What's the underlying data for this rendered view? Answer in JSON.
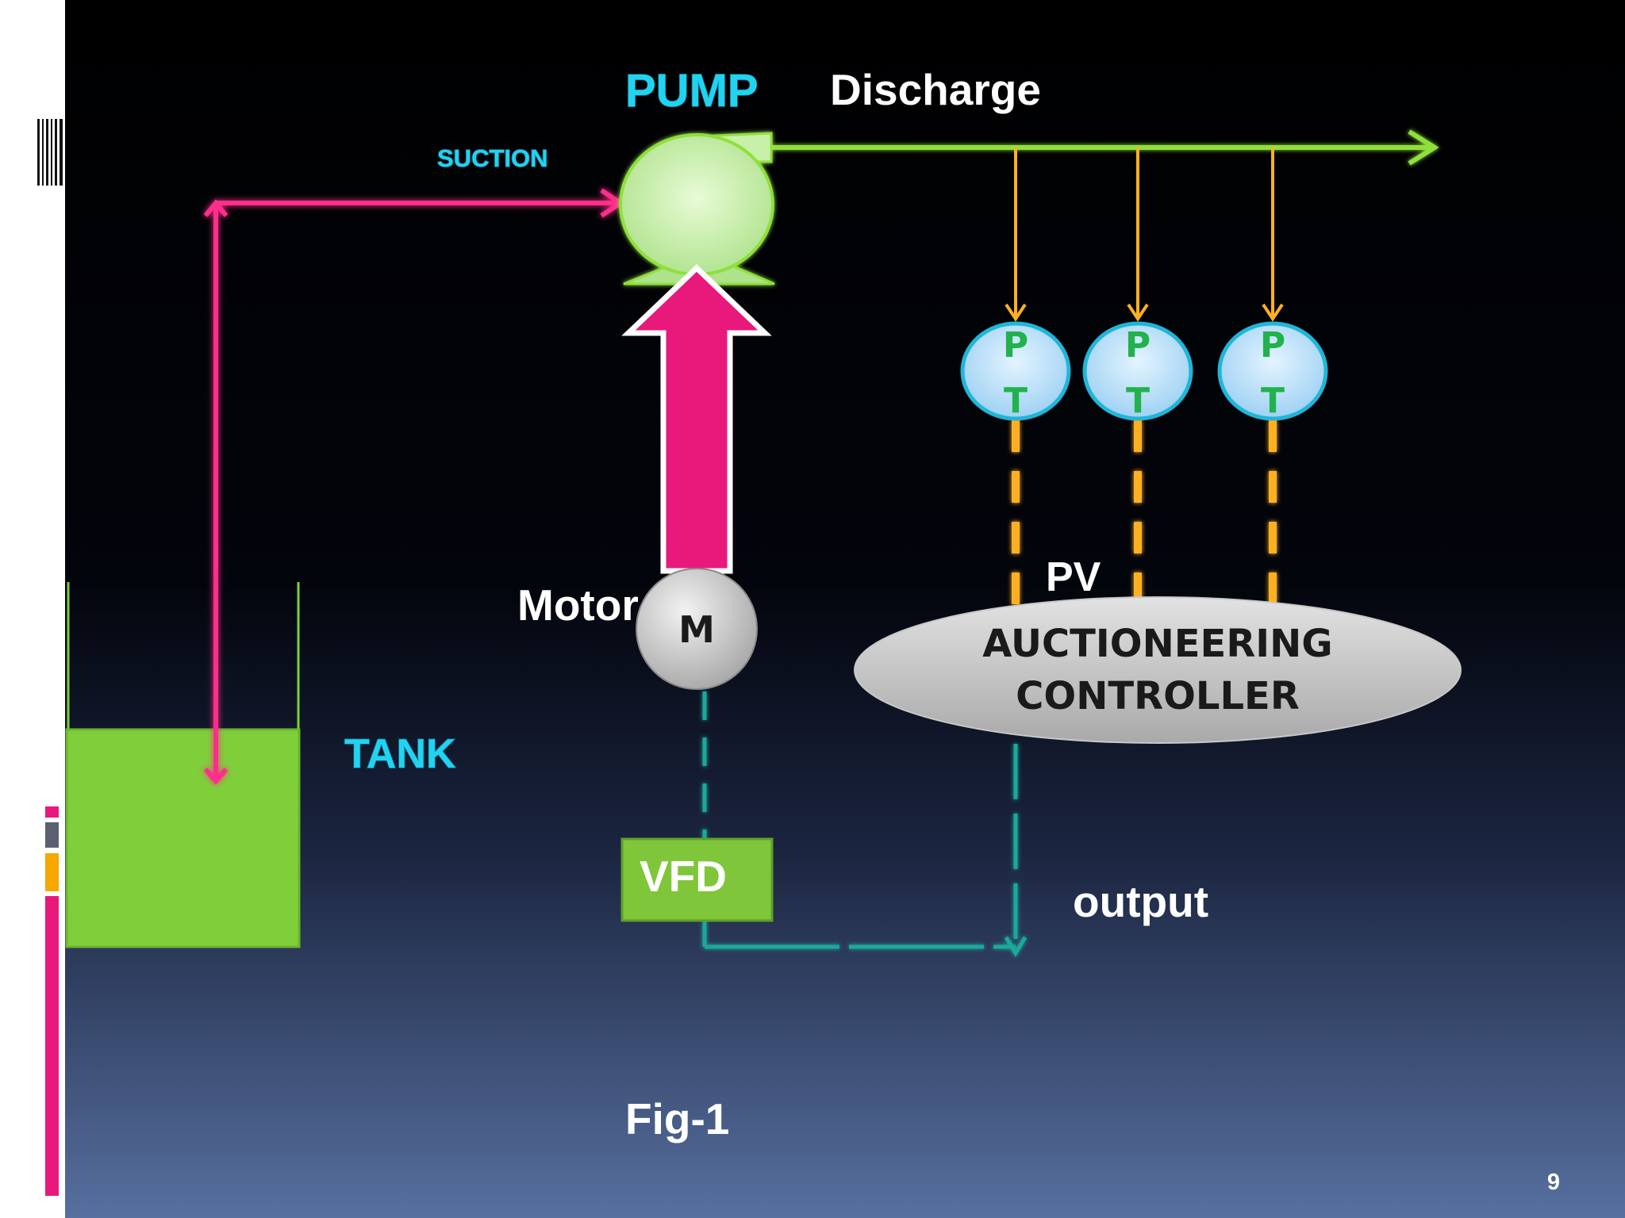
{
  "labels": {
    "pump": "PUMP",
    "discharge": "Discharge",
    "suction": "SUCTION",
    "motor": "Motor",
    "motor_symbol": "M",
    "tank": "TANK",
    "pv": "PV",
    "controller_line1": "AUCTIONEERING",
    "controller_line2": "CONTROLLER",
    "vfd": "VFD",
    "output": "output",
    "figure_caption": "Fig-1",
    "page_number": "9"
  },
  "transmitters": [
    {
      "top": "P",
      "bottom": "T"
    },
    {
      "top": "P",
      "bottom": "T"
    },
    {
      "top": "P",
      "bottom": "T"
    }
  ],
  "colors": {
    "suction_line": "#ff2d8a",
    "discharge_line": "#8fe03a",
    "tap_line": "#ffb020",
    "signal_line": "#1fa89a",
    "tank_fill": "#7fcf3a",
    "vfd_fill": "#7fc63a",
    "transmitter_fill": "#bfe4fb",
    "pt_text": "#22b14c",
    "drive_arrow": "#e8197a",
    "label_cyan": "#22d3f0"
  }
}
